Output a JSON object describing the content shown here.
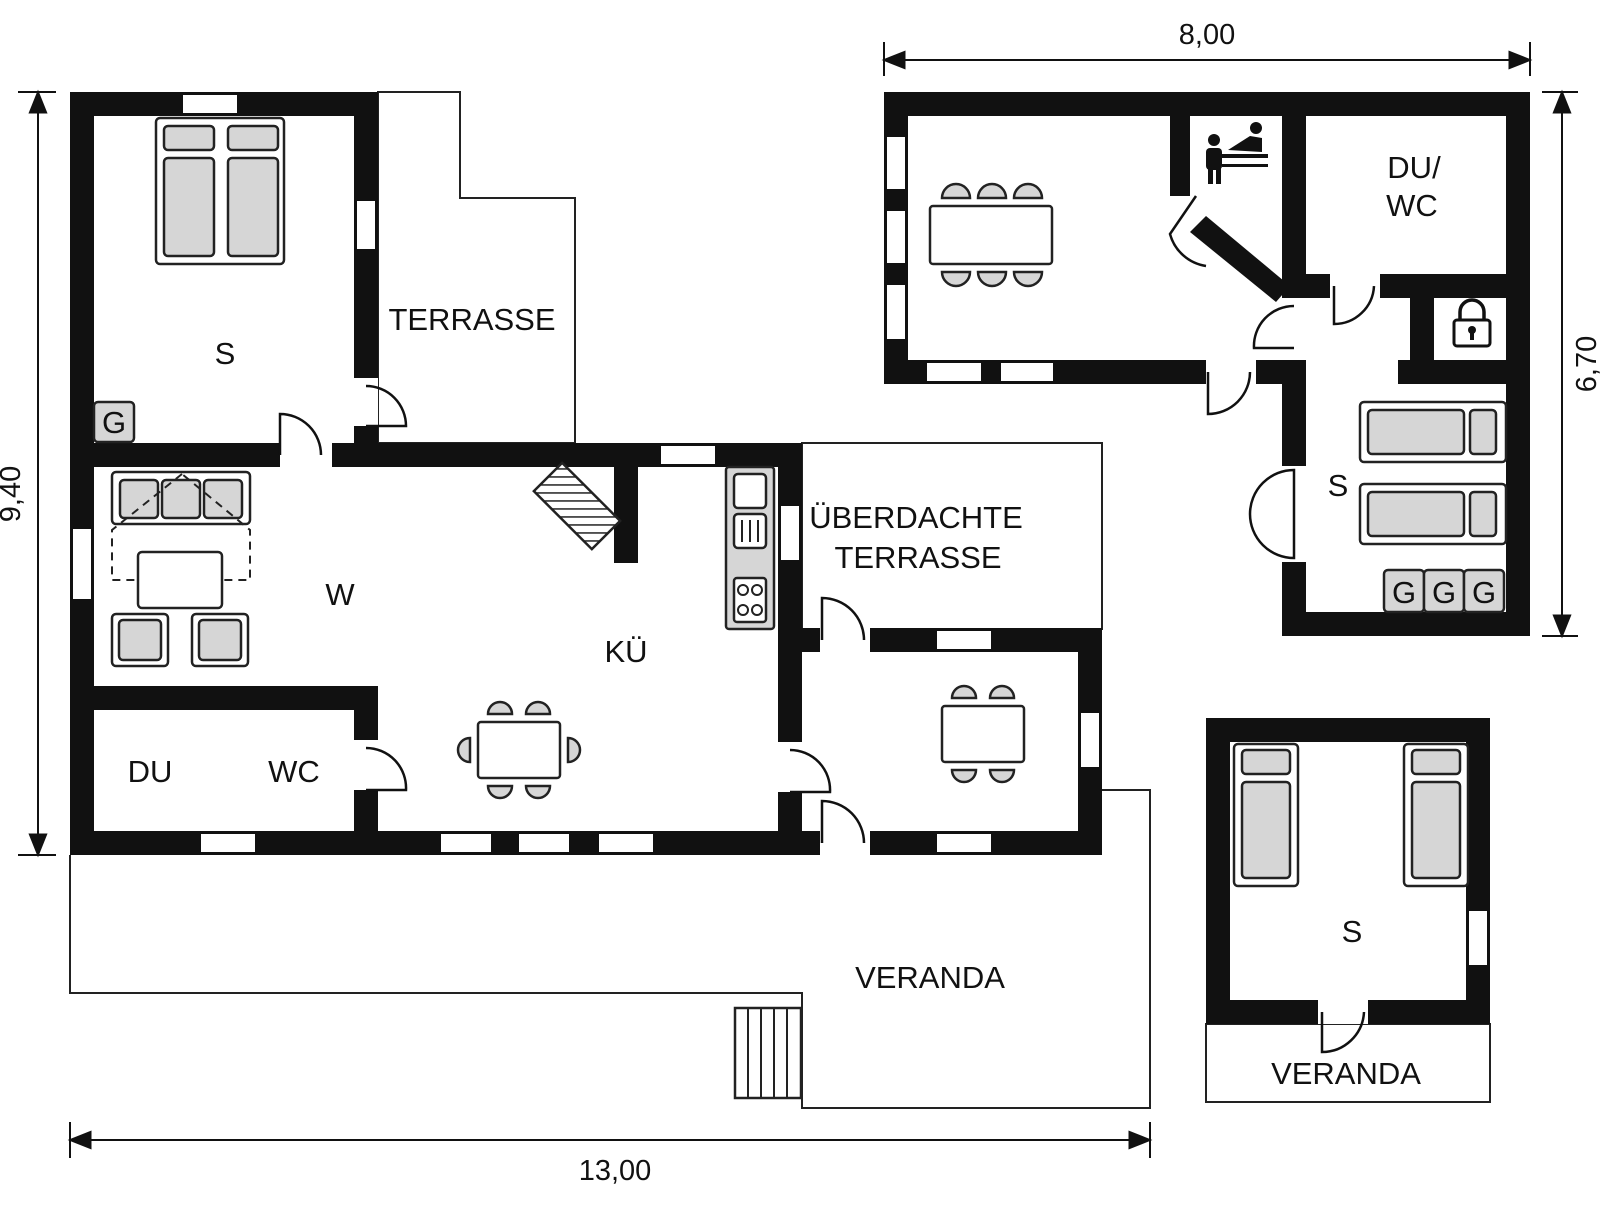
{
  "labels": {
    "s_main": "S",
    "terrasse": "TERRASSE",
    "w": "W",
    "kue": "KÜ",
    "du": "DU",
    "wc": "WC",
    "ueberdachte_1": "ÜBERDACHTE",
    "ueberdachte_2": "TERRASSE",
    "veranda_main": "VERANDA",
    "du_wc_1": "DU/",
    "du_wc_2": "WC",
    "s_annex": "S",
    "s_small": "S",
    "veranda_small": "VERANDA",
    "g_main": "G",
    "g1": "G",
    "g2": "G",
    "g3": "G"
  },
  "dimensions": {
    "top": "8,00",
    "right": "6,70",
    "left": "9,40",
    "bottom": "13,00"
  },
  "icons": {
    "sauna": "sauna-icon",
    "lock": "lock-icon"
  }
}
